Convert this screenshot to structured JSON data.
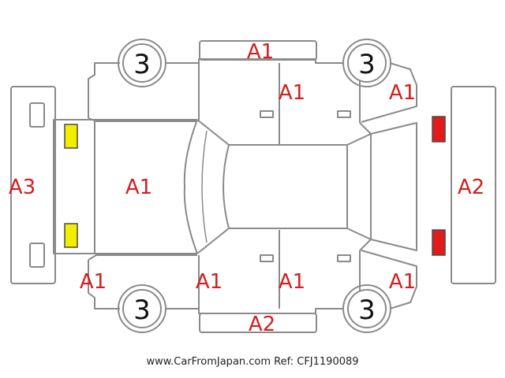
{
  "wheel_condition": [
    "3",
    "3",
    "3",
    "3"
  ],
  "damage_codes": {
    "roof_top": "A1",
    "rear_door_top": "A1",
    "front_fender_top": "A1",
    "rear_bumper": "A3",
    "hood_area": "A1",
    "front_bumper": "A2",
    "rear_quarter_bottom": "A1",
    "rear_door_bottom": "A1",
    "front_door_bottom": "A1",
    "front_fender_bottom": "A1",
    "rocker_bottom": "A2"
  },
  "colors": {
    "outline": "#8a8a8a",
    "code_text": "#d22020",
    "yellow_light": "#f2ee00",
    "red_light": "#e21a1a",
    "light_stroke": "#4a4a4a"
  },
  "footer": "www.CarFromJapan.com Ref: CFJ1190089"
}
